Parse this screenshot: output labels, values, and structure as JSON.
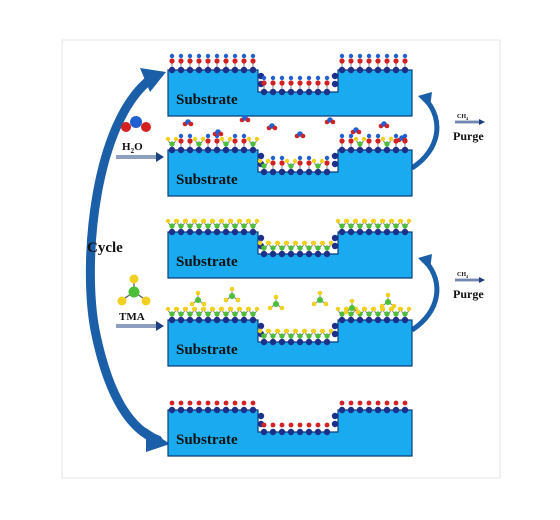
{
  "labels": {
    "substrate": "Substrate",
    "cycle": "Cycle",
    "h2o": "H",
    "h2o_sub": "2",
    "h2o_tail": "O",
    "tma": "TMA",
    "purge": "Purge",
    "ch4": "CH",
    "ch4_sub": "4"
  },
  "colors": {
    "substrate": "#19aaf0",
    "substrate_edge": "#0d3f7a",
    "arrow": "#1b5fa8",
    "metal_center": "#1c2f8a",
    "ligand_green": "#4cbf3a",
    "ligand_yellow": "#f0d020",
    "water_o": "#d42020",
    "water_h": "#2060d0"
  }
}
